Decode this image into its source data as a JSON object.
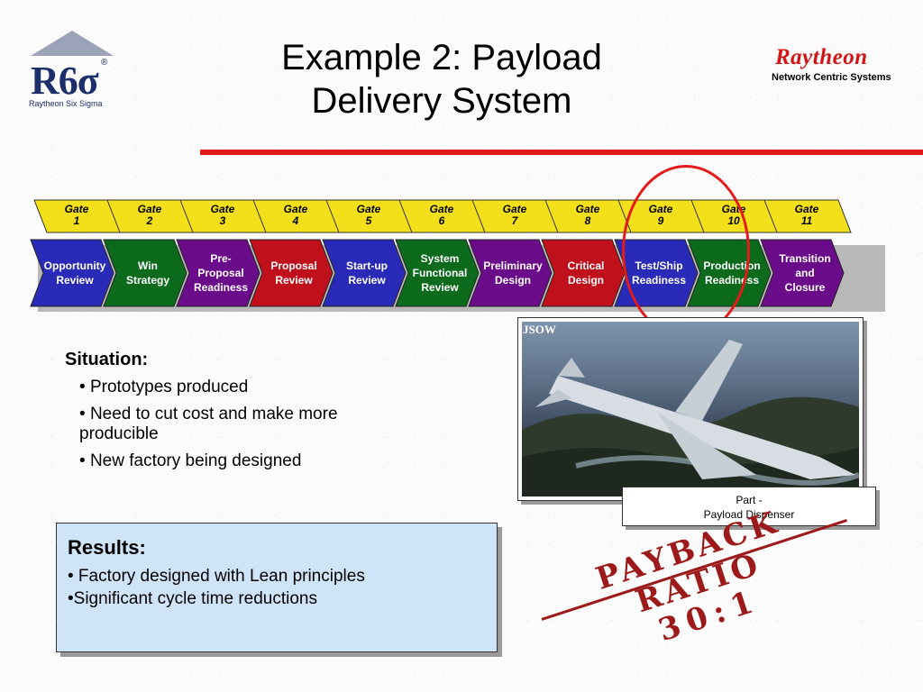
{
  "logo": {
    "mark": "R6σ",
    "registered": "®",
    "subtitle": "Raytheon Six Sigma"
  },
  "title": {
    "line1": "Example 2:  Payload",
    "line2": "Delivery System"
  },
  "brand": {
    "name": "Raytheon",
    "division": "Network Centric Systems"
  },
  "gates": [
    {
      "label": "Gate",
      "num": "1"
    },
    {
      "label": "Gate",
      "num": "2"
    },
    {
      "label": "Gate",
      "num": "3"
    },
    {
      "label": "Gate",
      "num": "4"
    },
    {
      "label": "Gate",
      "num": "5"
    },
    {
      "label": "Gate",
      "num": "6"
    },
    {
      "label": "Gate",
      "num": "7"
    },
    {
      "label": "Gate",
      "num": "8"
    },
    {
      "label": "Gate",
      "num": "9"
    },
    {
      "label": "Gate",
      "num": "10"
    },
    {
      "label": "Gate",
      "num": "11"
    }
  ],
  "phases": [
    {
      "line1": "Opportunity",
      "line2": "Review",
      "line3": "",
      "color": "#2a2ab8"
    },
    {
      "line1": "Win",
      "line2": "Strategy",
      "line3": "",
      "color": "#0c6a1c"
    },
    {
      "line1": "Pre-",
      "line2": "Proposal",
      "line3": "Readiness",
      "color": "#6a0c8a"
    },
    {
      "line1": "Proposal",
      "line2": "Review",
      "line3": "",
      "color": "#c0101c"
    },
    {
      "line1": "Start-up",
      "line2": "Review",
      "line3": "",
      "color": "#2a2ab8"
    },
    {
      "line1": "System",
      "line2": "Functional",
      "line3": "Review",
      "color": "#0c6a1c"
    },
    {
      "line1": "Preliminary",
      "line2": "Design",
      "line3": "",
      "color": "#6a0c8a"
    },
    {
      "line1": "Critical",
      "line2": "Design",
      "line3": "",
      "color": "#c0101c"
    },
    {
      "line1": "Test/Ship",
      "line2": "Readiness",
      "line3": "",
      "color": "#2a2ab8"
    },
    {
      "line1": "Production",
      "line2": "Readiness",
      "line3": "",
      "color": "#0c6a1c"
    },
    {
      "line1": "Transition",
      "line2": "and",
      "line3": "Closure",
      "color": "#6a0c8a"
    }
  ],
  "colors": {
    "gate_fill": "#f3e01a",
    "highlight": "#e41b1b",
    "accent_red": "#d21414"
  },
  "situation": {
    "heading": "Situation:",
    "items": [
      "Prototypes produced",
      "Need to cut cost and make more producible",
      "New factory being designed"
    ]
  },
  "photo": {
    "label": "JSOW",
    "caption_line1": "Part -",
    "caption_line2": "Payload Dispenser"
  },
  "results": {
    "heading": "Results:",
    "items": [
      "• Factory designed with Lean principles",
      "•Significant cycle time reductions"
    ]
  },
  "stamp": {
    "line1": "PAYBACK RATIO",
    "line2": "30:1"
  }
}
